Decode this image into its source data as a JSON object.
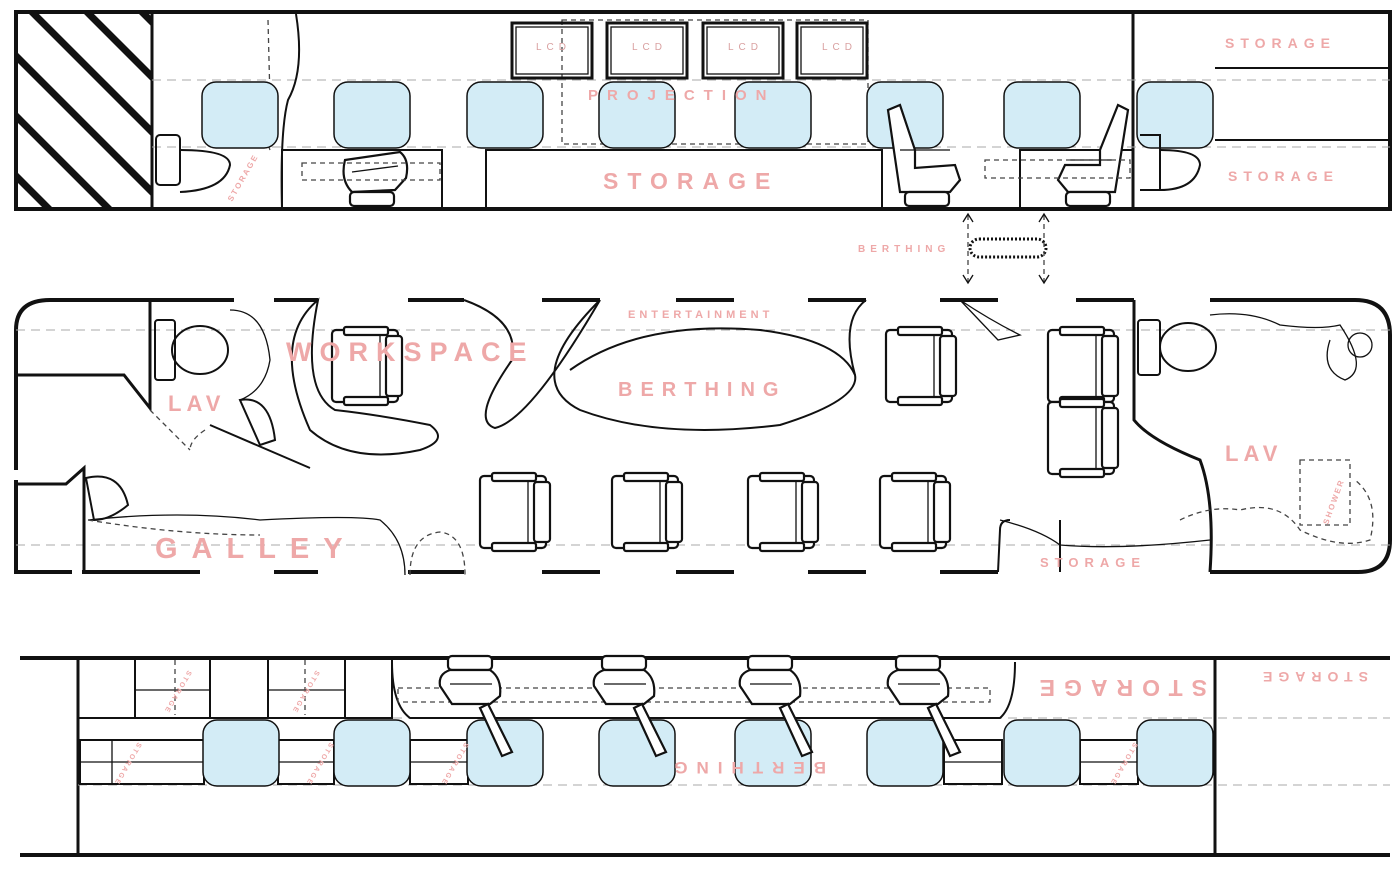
{
  "diagram": {
    "top_plan": {
      "labels": {
        "storage_top_right": "STORAGE",
        "storage_mid_right": "STORAGE",
        "storage_center": "STORAGE",
        "projection": "PROJECTION",
        "storage_small": "STORAGE",
        "lcd": [
          "LCD",
          "LCD",
          "LCD",
          "LCD"
        ]
      }
    },
    "floor_plan": {
      "labels": {
        "berthing_popout": "BERTHING",
        "entertainment": "ENTERTAINMENT",
        "workspace": "WORKSPACE",
        "berthing": "BERTHING",
        "lav_left": "LAV",
        "lav_right": "LAV",
        "galley": "GALLEY",
        "storage": "STORAGE",
        "shower": "SHOWER"
      }
    },
    "bottom_plan": {
      "labels": {
        "storage_large": "STORAGE",
        "storage_right": "STORAGE",
        "berthing": "BERTHING",
        "storage_small": [
          "STORAGE",
          "STORAGE",
          "STORAGE",
          "STORAGE",
          "STORAGE",
          "STORAGE"
        ]
      }
    },
    "colors": {
      "label": "#eea8a8",
      "window": "#d3ecf6",
      "wall": "#111111"
    }
  }
}
